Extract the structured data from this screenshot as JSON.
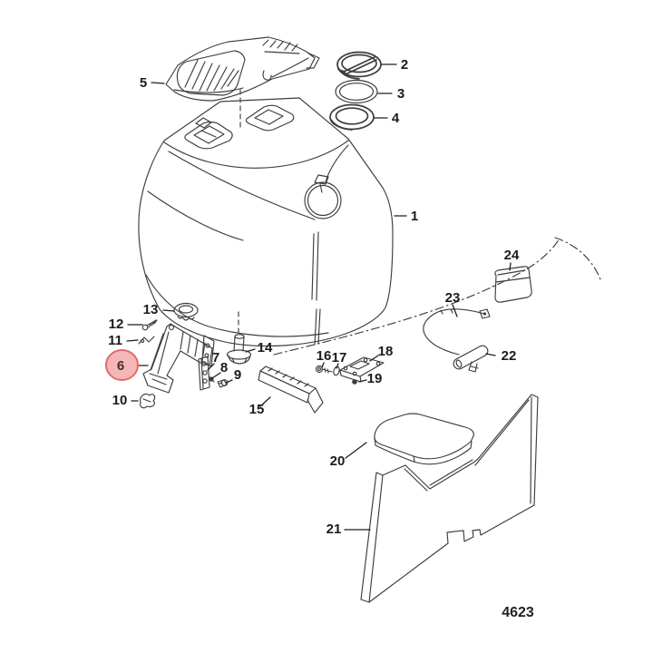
{
  "diagram": {
    "figure_number": "4623",
    "labels": [
      "1",
      "2",
      "3",
      "4",
      "5",
      "6",
      "7",
      "8",
      "9",
      "10",
      "11",
      "12",
      "13",
      "14",
      "15",
      "16",
      "17",
      "18",
      "19",
      "20",
      "21",
      "22",
      "23",
      "24"
    ],
    "highlight": {
      "part": "6",
      "fill": "#f4b6b6",
      "stroke": "#e26a6a"
    },
    "colors": {
      "background": "#ffffff",
      "line_art": "#3d3d3d",
      "label_text": "#1b1b1b"
    }
  }
}
